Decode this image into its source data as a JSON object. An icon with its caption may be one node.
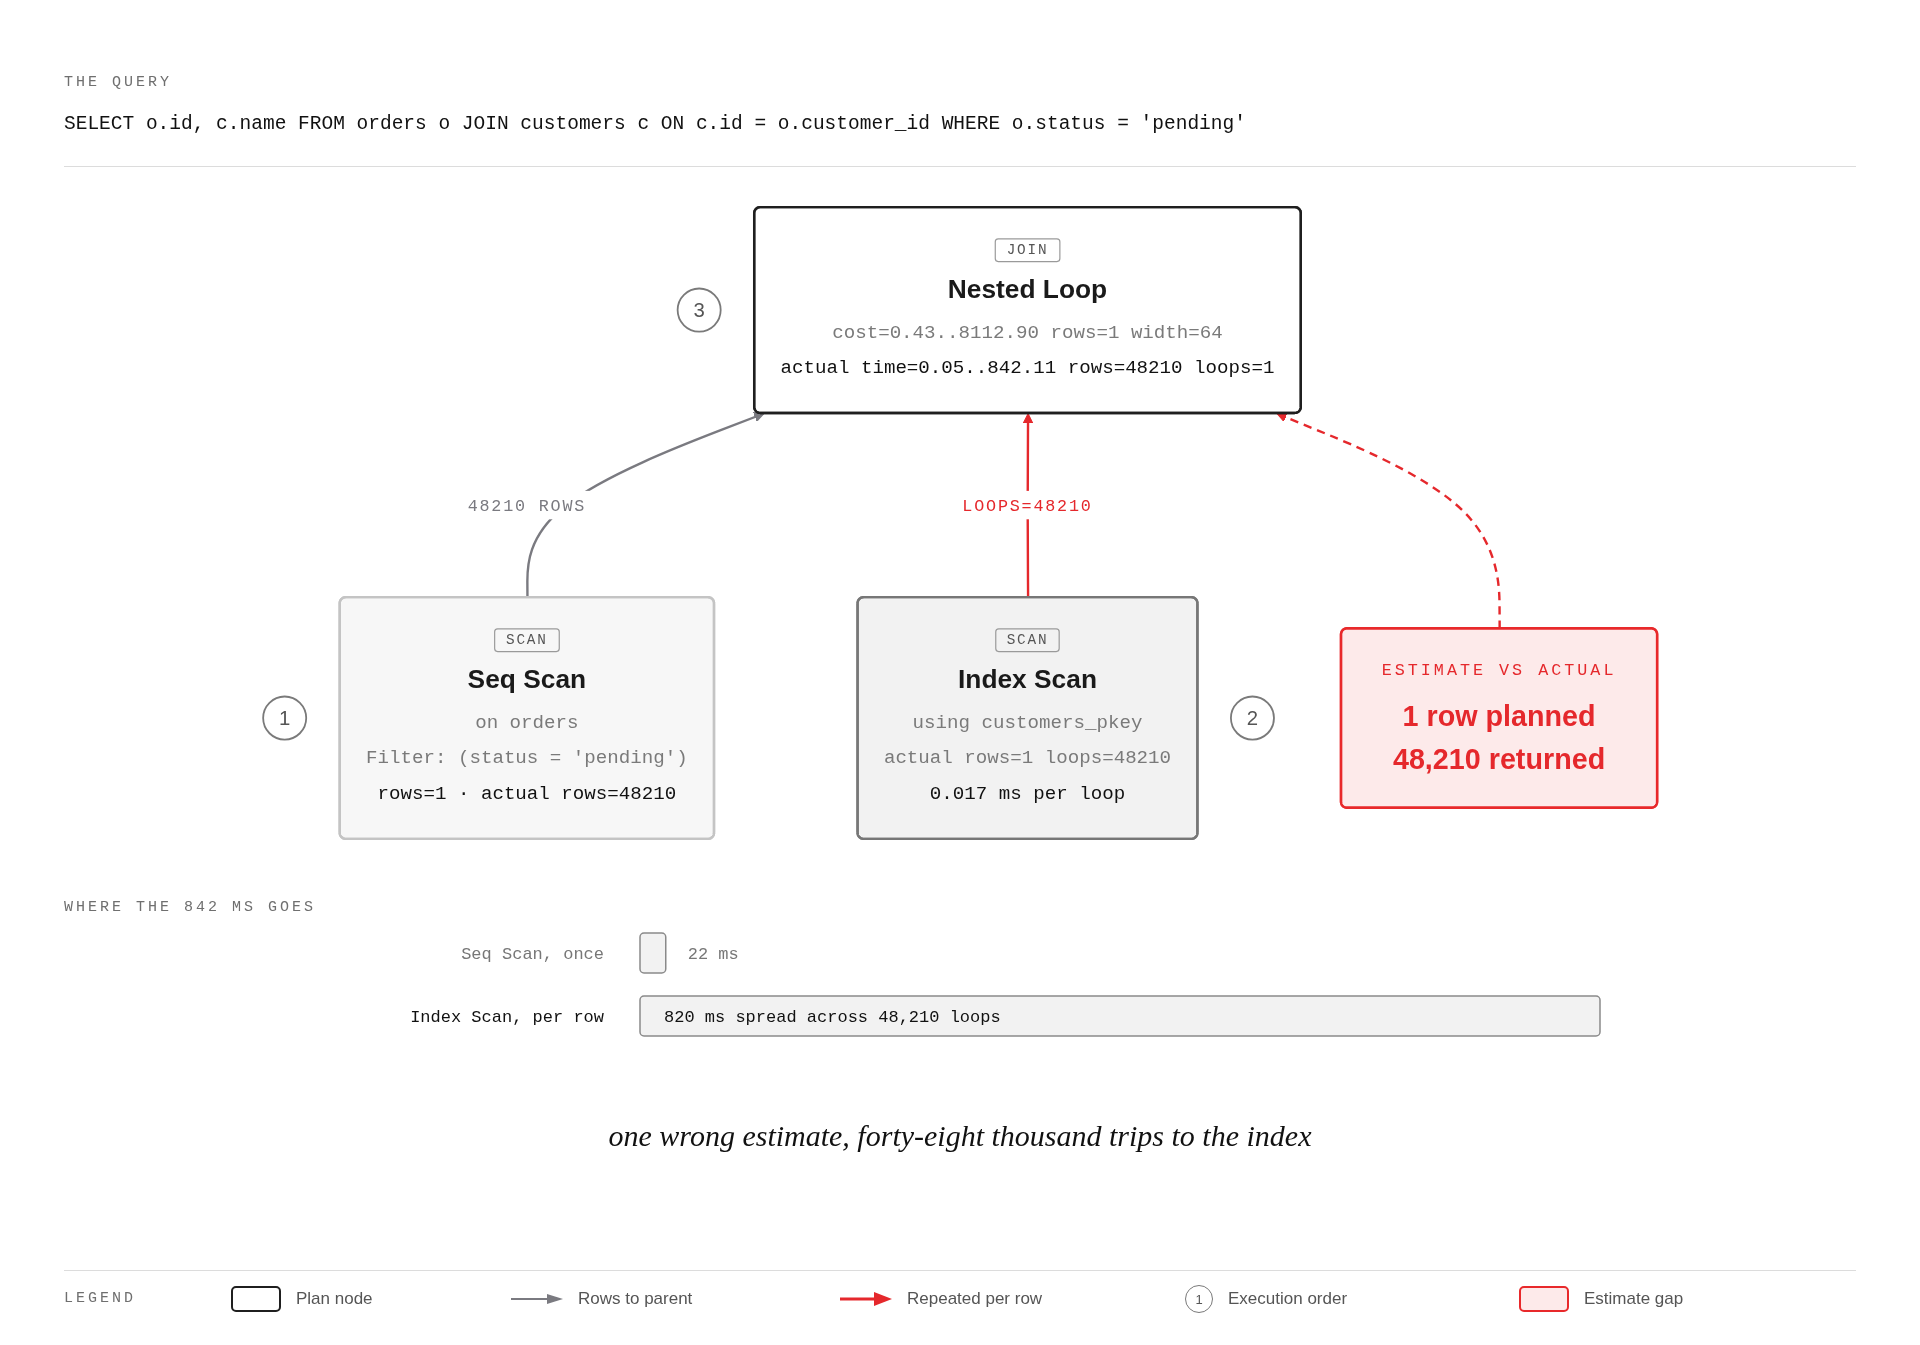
{
  "diagram": {
    "caption": "one wrong estimate, forty-eight thousand trips to the index",
    "nodes": [
      {
        "text": [
          "JOIN",
          "Nested Loop",
          "cost=0.43..8112.90 rows=1 width=64",
          "actual time=0.05..842.11 rows=48210 loops=1"
        ],
        "beside": [
          "3"
        ]
      },
      {
        "text": [
          "ESTIMATE VS ACTUAL",
          "1 row planned",
          "48,210 returned"
        ]
      },
      {
        "text": [
          "SCAN",
          "Seq Scan",
          "on orders",
          "Filter: (status = 'pending')",
          "rows=1 · actual rows=48210"
        ],
        "beside": [
          "1"
        ]
      },
      {
        "text": [
          "SCAN",
          "Index Scan",
          "using customers_pkey",
          "actual rows=1 loops=48210",
          "0.017 ms per loop"
        ],
        "beside": [
          "2"
        ]
      }
    ],
    "edges": [
      {
        "from": 2,
        "to": 0,
        "arrow": "to",
        "label": "48210 ROWS",
        "color": "#7a7a80"
      },
      {
        "from": 3,
        "to": 0,
        "arrow": "to",
        "label": "LOOPS=48210",
        "color": "#e5282c"
      },
      {
        "from": 1,
        "to": 0,
        "arrow": "to",
        "style": "dashed",
        "color": "#e5282c"
      }
    ],
    "labels": [
      "THE QUERY",
      "SELECT o.id, c.name FROM orders o JOIN customers c ON c.id = o.customer_id WHERE o.status = 'pending'",
      "LEGEND",
      "1"
    ],
    "legend": [
      {
        "text": "Plan node"
      },
      {
        "text": "Rows to parent"
      },
      {
        "text": "Repeated per row"
      },
      {
        "text": "Execution order"
      },
      {
        "text": "Estimate gap",
        "color": "#fdeaea"
      }
    ],
    "chart_data": {
      "type": "bar",
      "title": "WHERE THE 842 MS GOES",
      "orientation": "horizontal",
      "categories": [
        "Seq Scan, once",
        "Index Scan, per row"
      ],
      "values": [
        22,
        820
      ],
      "value_labels": [
        "22 ms",
        "820 ms spread across 48,210 loops"
      ]
    }
  }
}
